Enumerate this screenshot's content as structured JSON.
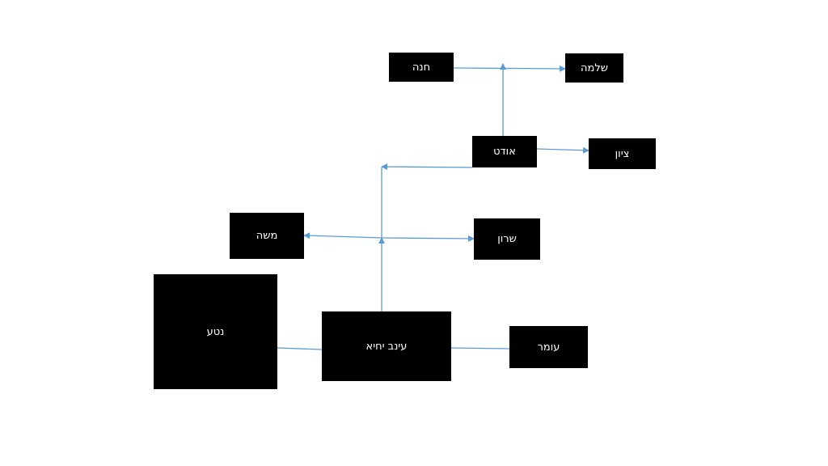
{
  "diagram": {
    "colors": {
      "node_fill": "#000000",
      "node_text": "#ffffff",
      "connector": "#5b9bd5",
      "background": "#ffffff"
    },
    "nodes": {
      "hana": "חנה",
      "shlomo": "שלמה",
      "odet": "אודט",
      "zion": "ציון",
      "moshe": "משה",
      "sharon": "שרון",
      "neta": "נטע",
      "inbar": "עינב יחיא",
      "omer": "עומר"
    }
  }
}
